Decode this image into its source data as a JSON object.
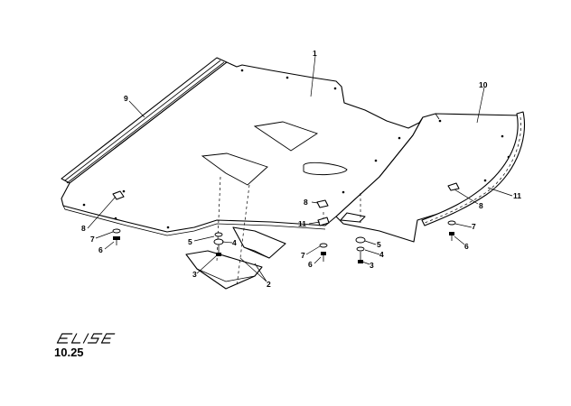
{
  "brand": "ELISE",
  "page_code": "10.25",
  "callouts": {
    "c1": "1",
    "c9": "9",
    "c10": "10",
    "c11a": "11",
    "c11b": "11",
    "c8a": "8",
    "c8b": "8",
    "c8c": "8",
    "c7a": "7",
    "c7b": "7",
    "c7c": "7",
    "c6a": "6",
    "c6b": "6",
    "c6c": "6",
    "c5a": "5",
    "c5b": "5",
    "c4a": "4",
    "c4b": "4",
    "c3a": "3",
    "c3b": "3",
    "c2": "2"
  }
}
